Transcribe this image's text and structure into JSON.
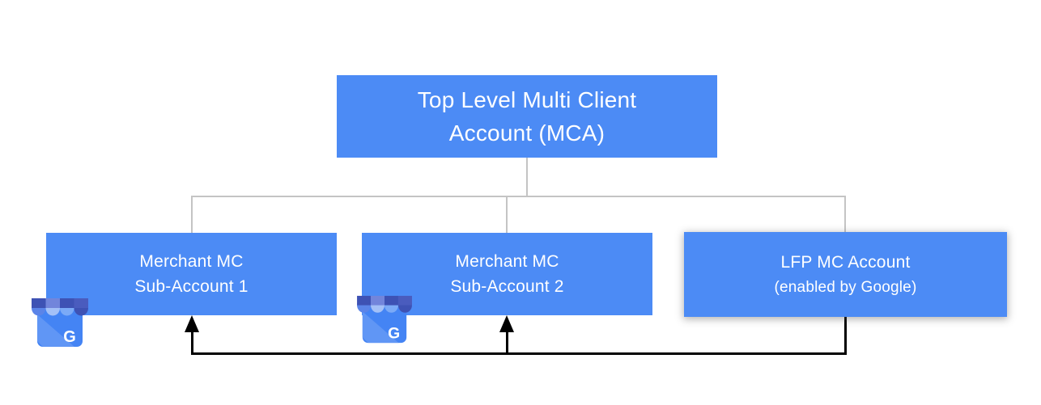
{
  "diagram": {
    "nodes": {
      "mca": {
        "line1": "Top Level Multi Client",
        "line2": "Account (MCA)"
      },
      "sub1": {
        "line1": "Merchant MC",
        "line2": "Sub-Account 1"
      },
      "sub2": {
        "line1": "Merchant MC",
        "line2": "Sub-Account 2"
      },
      "lfp": {
        "line1": "LFP MC Account",
        "line2": "(enabled by Google)"
      }
    },
    "gmb_icon": {
      "label": "google-my-business-storefront",
      "letter": "G"
    },
    "colors": {
      "node_fill": "#4C8BF5",
      "node_text": "#FFFFFF",
      "tree_line": "#C4C4C4",
      "arrow_line": "#000000",
      "icon_body": "#4484F4",
      "icon_fold": "#6096F5",
      "awning_stripes": [
        "#3E52B4",
        "#7285DB",
        "#3E52B4",
        "#4A5CBE"
      ],
      "awning_scallops": [
        "#5B84E8",
        "#A3C0F7",
        "#7BAAF7",
        "#3E52B4"
      ]
    }
  }
}
